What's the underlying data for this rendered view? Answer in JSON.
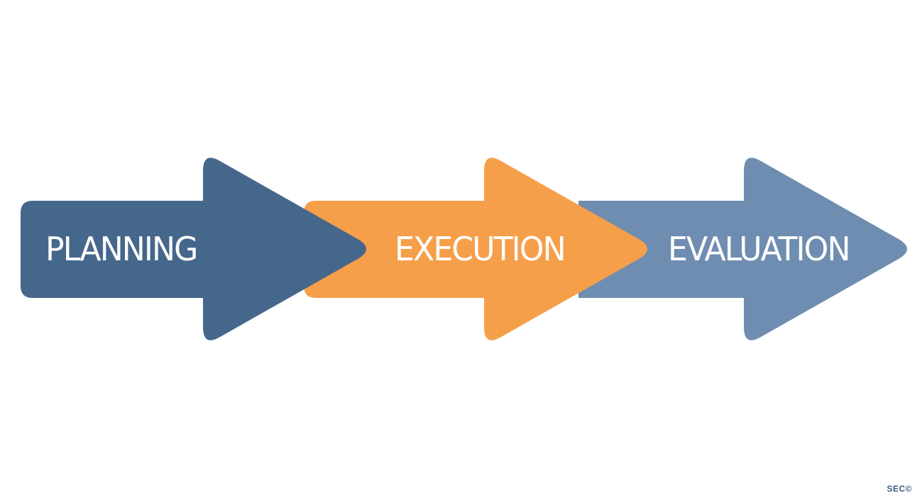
{
  "diagram": {
    "steps": [
      {
        "label": "PLANNING",
        "color": "#46678c"
      },
      {
        "label": "EXECUTION",
        "color": "#f69f4b"
      },
      {
        "label": "EVALUATION",
        "color": "#6f8db0"
      }
    ]
  },
  "footer": {
    "brand": "SEC©"
  }
}
